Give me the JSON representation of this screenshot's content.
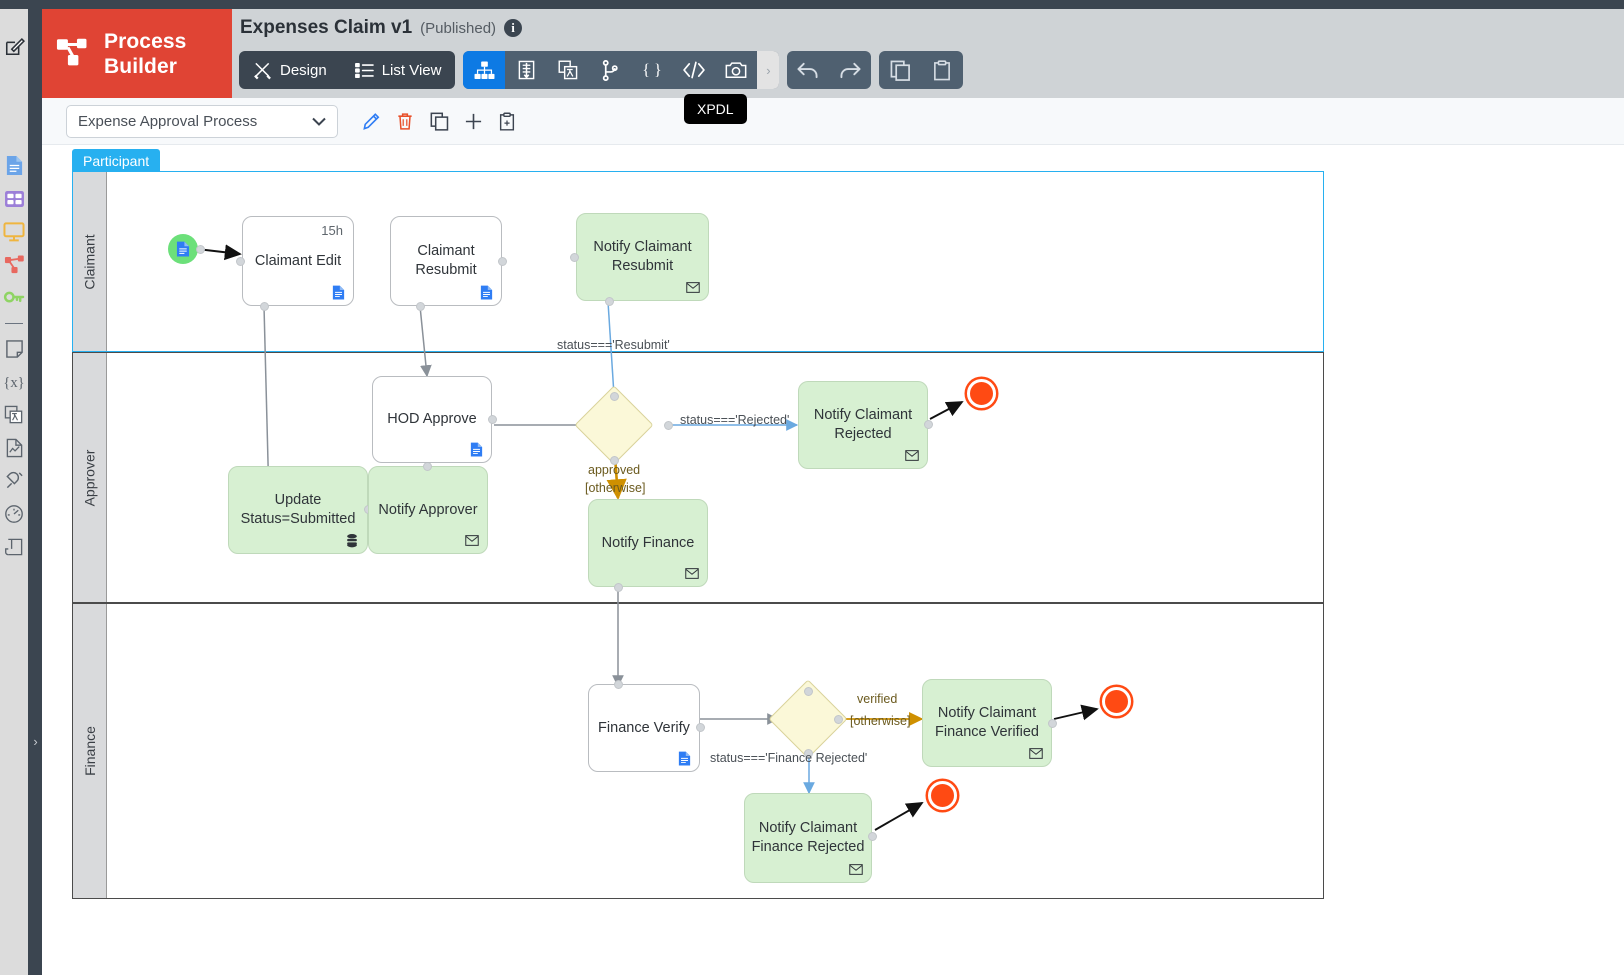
{
  "app": {
    "brand_line1": "Process",
    "brand_line2": "Builder",
    "edit_icon": "edit-square-icon"
  },
  "header": {
    "title": "Expenses Claim v1",
    "status": "(Published)",
    "info_icon": "info-icon",
    "modes": [
      {
        "label": "Design",
        "icon": "design-tools-icon"
      },
      {
        "label": "List View",
        "icon": "list-view-icon"
      }
    ],
    "view_tools": [
      {
        "name": "org-chart-icon",
        "active": true
      },
      {
        "name": "form-icon",
        "active": false
      },
      {
        "name": "translate-icon",
        "active": false
      },
      {
        "name": "branch-icon",
        "active": false
      },
      {
        "name": "json-braces-icon",
        "active": false
      },
      {
        "name": "code-tags-icon",
        "active": false
      },
      {
        "name": "camera-icon",
        "active": false
      }
    ],
    "more_chevron": "chevron-right-icon",
    "history_tools": [
      {
        "name": "undo-icon"
      },
      {
        "name": "redo-icon"
      }
    ],
    "clipboard_tools": [
      {
        "name": "copy-icon"
      },
      {
        "name": "paste-icon"
      }
    ],
    "tooltip": "XPDL"
  },
  "subbar": {
    "process_select_value": "Expense Approval Process",
    "chevron_icon": "chevron-down-icon",
    "actions": [
      {
        "name": "edit-pencil-icon",
        "color": "#2f7df4"
      },
      {
        "name": "delete-trash-icon",
        "color": "#e8502a"
      },
      {
        "name": "duplicate-icon",
        "color": "#3c4450"
      },
      {
        "name": "add-plus-icon",
        "color": "#3c4450"
      },
      {
        "name": "paste-clipboard-icon",
        "color": "#3c4450"
      }
    ]
  },
  "rail": {
    "items": [
      {
        "name": "document-icon",
        "color": "#6ba4e8"
      },
      {
        "name": "table-grid-icon",
        "color": "#9c7fd8"
      },
      {
        "name": "monitor-screen-icon",
        "color": "#efb53f"
      },
      {
        "name": "nodes-network-icon",
        "color": "#e8685f"
      },
      {
        "name": "key-icon",
        "color": "#8fd464"
      },
      {
        "name": "divider",
        "color": "#6b7480"
      },
      {
        "name": "note-page-icon",
        "color": "#5c646d"
      },
      {
        "name": "variable-braces-icon",
        "color": "#5c646d"
      },
      {
        "name": "translate-doc-icon",
        "color": "#5c646d"
      },
      {
        "name": "report-chart-icon",
        "color": "#5c646d"
      },
      {
        "name": "plug-connector-icon",
        "color": "#5c646d"
      },
      {
        "name": "gauge-meter-icon",
        "color": "#5c646d"
      },
      {
        "name": "scroll-page-icon",
        "color": "#5c646d"
      }
    ],
    "collapse_icon": "chevron-right-icon"
  },
  "canvas": {
    "pool_tab": "Participant",
    "lanes": [
      {
        "id": "claimant",
        "label": "Claimant",
        "selected": true
      },
      {
        "id": "approver",
        "label": "Approver",
        "selected": false
      },
      {
        "id": "finance",
        "label": "Finance",
        "selected": false
      }
    ],
    "nodes": [
      {
        "id": "start",
        "kind": "start-event",
        "label": "",
        "badge": "document-icon"
      },
      {
        "id": "claimant-edit",
        "kind": "task",
        "label": "Claimant Edit",
        "badge": "document-icon",
        "time": "15h"
      },
      {
        "id": "claimant-resubmit",
        "kind": "task",
        "label": "Claimant Resubmit",
        "badge": "document-icon"
      },
      {
        "id": "notify-resubmit",
        "kind": "msg",
        "label": "Notify Claimant Resubmit",
        "badge": "envelope-icon"
      },
      {
        "id": "update-status",
        "kind": "msg",
        "label": "Update Status=Submitted",
        "badge": "database-icon"
      },
      {
        "id": "notify-approver",
        "kind": "msg",
        "label": "Notify Approver",
        "badge": "envelope-icon"
      },
      {
        "id": "hod-approve",
        "kind": "task",
        "label": "HOD Approve",
        "badge": "document-icon"
      },
      {
        "id": "gw-approve",
        "kind": "gateway",
        "label": ""
      },
      {
        "id": "notify-rejected",
        "kind": "msg",
        "label": "Notify Claimant Rejected",
        "badge": "envelope-icon"
      },
      {
        "id": "end-rejected",
        "kind": "end-event",
        "label": ""
      },
      {
        "id": "notify-finance",
        "kind": "msg",
        "label": "Notify Finance",
        "badge": "envelope-icon"
      },
      {
        "id": "finance-verify",
        "kind": "task",
        "label": "Finance Verify",
        "badge": "document-icon"
      },
      {
        "id": "gw-verify",
        "kind": "gateway",
        "label": ""
      },
      {
        "id": "notify-verified",
        "kind": "msg",
        "label": "Notify Claimant Finance Verified",
        "badge": "envelope-icon"
      },
      {
        "id": "end-verified",
        "kind": "end-event",
        "label": ""
      },
      {
        "id": "notify-fin-rej",
        "kind": "msg",
        "label": "Notify Claimant Finance Rejected",
        "badge": "envelope-icon"
      },
      {
        "id": "end-fin-rejected",
        "kind": "end-event",
        "label": ""
      }
    ],
    "edge_labels": [
      {
        "id": "lbl-resubmit",
        "text": "status==='Resubmit'"
      },
      {
        "id": "lbl-rejected",
        "text": "status==='Rejected'"
      },
      {
        "id": "lbl-approved",
        "text": "approved"
      },
      {
        "id": "lbl-approved-otw",
        "text": "[otherwise]"
      },
      {
        "id": "lbl-verified",
        "text": "verified"
      },
      {
        "id": "lbl-verified-otw",
        "text": "[otherwise]"
      },
      {
        "id": "lbl-fin-rejected",
        "text": "status==='Finance Rejected'"
      }
    ]
  },
  "colors": {
    "brand_red": "#e04434",
    "accent_blue": "#0d7ae4",
    "lane_tab": "#27b0f0",
    "msg_node_fill": "#d7f0d2",
    "gateway_fill": "#fbf8d8",
    "end_event": "#ff4a13",
    "start_event": "#6ce07a",
    "toolbar_slate": "#4f6070"
  }
}
